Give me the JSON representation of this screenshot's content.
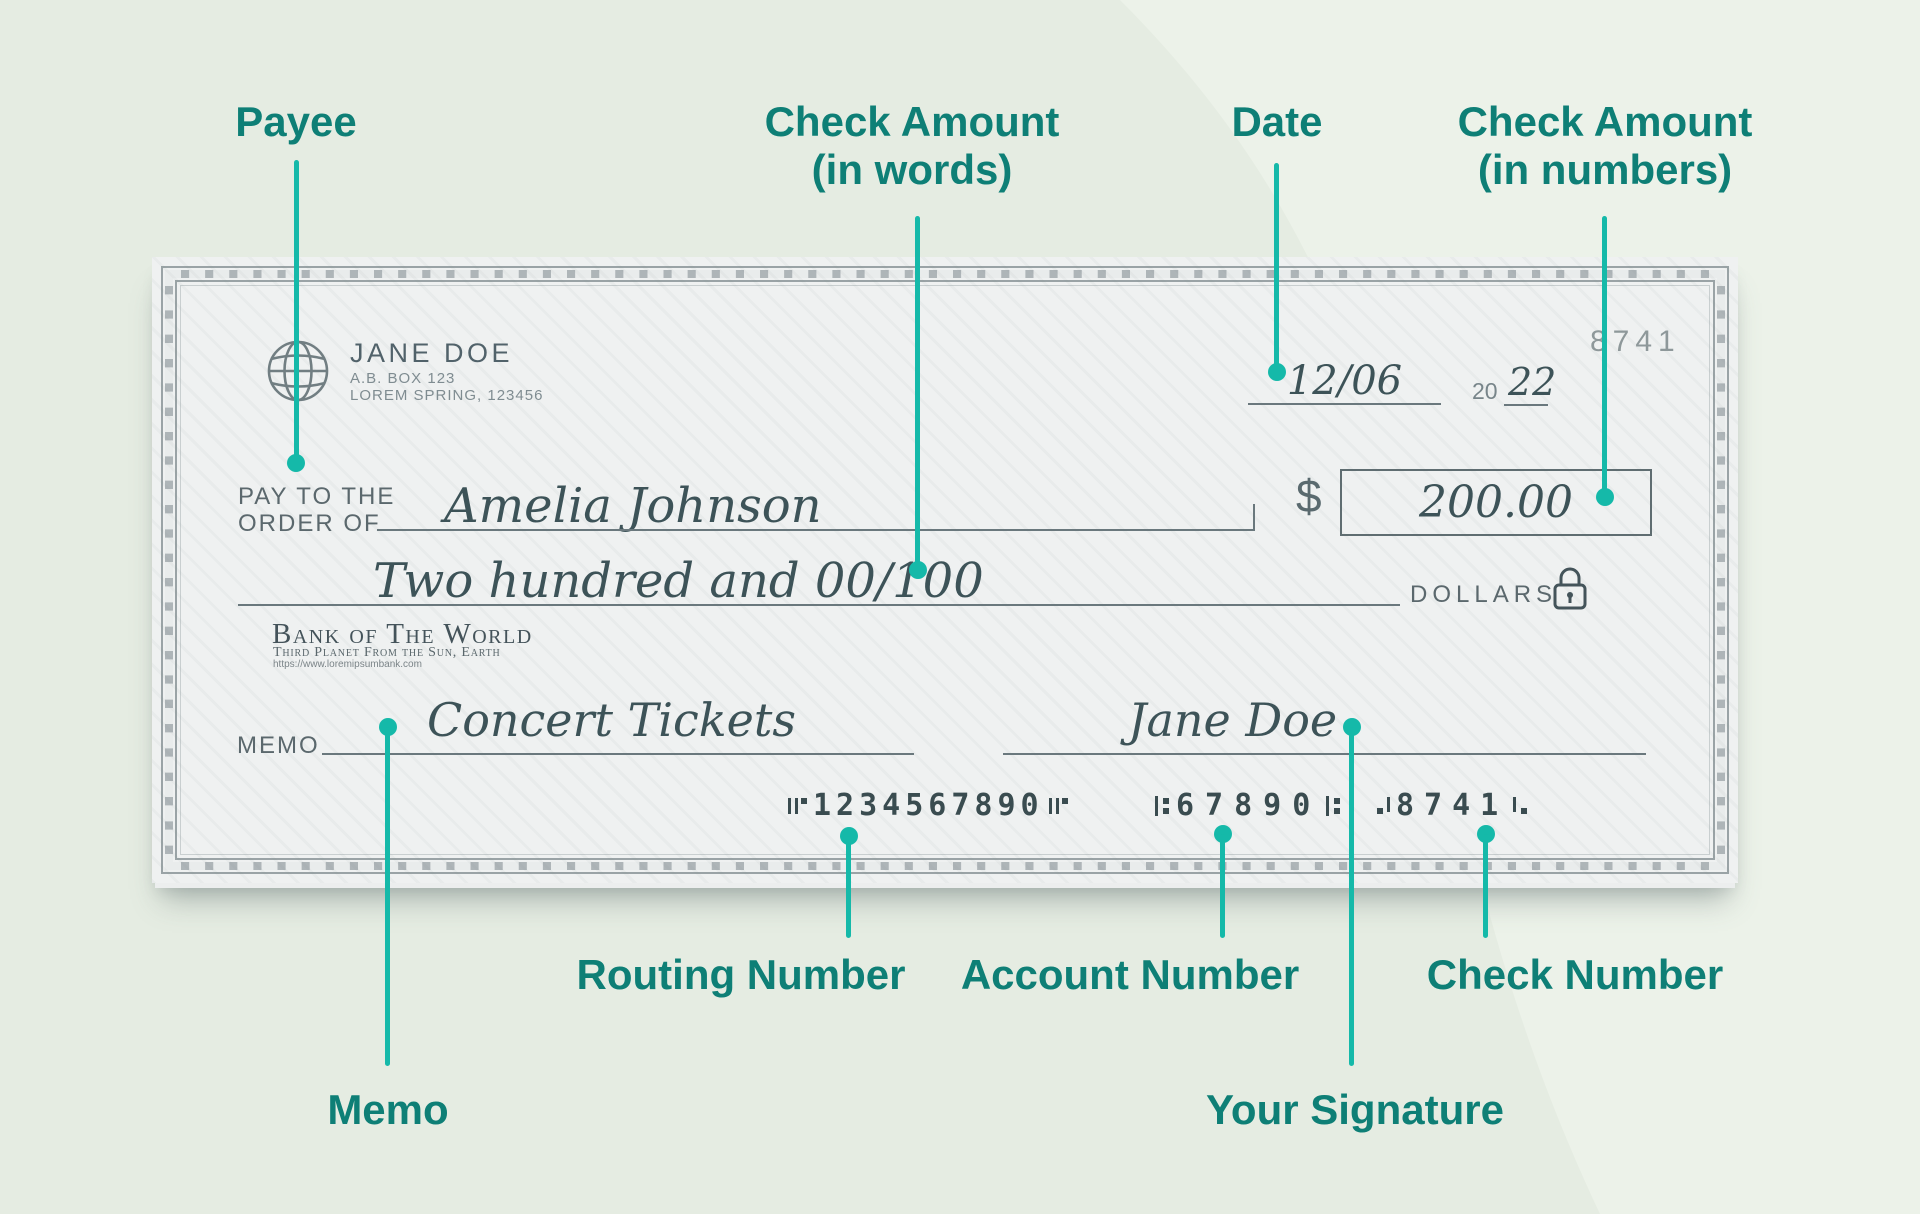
{
  "annotations": {
    "payee": {
      "label": "Payee"
    },
    "amount_words": {
      "label_line1": "Check Amount",
      "label_line2": "(in words)"
    },
    "date": {
      "label": "Date"
    },
    "amount_numbers": {
      "label_line1": "Check Amount",
      "label_line2": "(in numbers)"
    },
    "routing": {
      "label": "Routing Number"
    },
    "account": {
      "label": "Account Number"
    },
    "check_number": {
      "label": "Check Number"
    },
    "memo": {
      "label": "Memo"
    },
    "signature": {
      "label": "Your Signature"
    }
  },
  "check": {
    "account_holder": {
      "name": "JANE DOE",
      "address_line1": "A.B. BOX 123",
      "address_line2": "LOREM SPRING, 123456"
    },
    "check_number_top": "8741",
    "date": {
      "month_day": "12/06",
      "century": "20",
      "year": "22"
    },
    "pay_to_line1": "PAY TO THE",
    "pay_to_line2": "ORDER OF",
    "payee_name": "Amelia Johnson",
    "amount_words": "Two hundred and 00/100",
    "dollar_sign": "$",
    "amount_numeric": "200.00",
    "dollars_label": "DOLLARS",
    "bank": {
      "name": "Bank of The World",
      "tagline": "Third Planet From the Sun, Earth",
      "url": "https://www.loremipsumbank.com"
    },
    "memo_label": "MEMO",
    "memo_value": "Concert Tickets",
    "signature_value": "Jane Doe",
    "micr": {
      "routing": "1234567890",
      "account": "67890",
      "check": "8741"
    }
  },
  "colors": {
    "background": "#e5ece2",
    "background_wave": "#ecf2e9",
    "accent_line": "#15b9a9",
    "annotation_label": "#0e7f76",
    "paper": "#eff1f1",
    "border_gray": "#9aa3a6",
    "handwriting": "#3d5358",
    "print_gray": "#5b686d",
    "micr_ink": "#3a4c50"
  }
}
